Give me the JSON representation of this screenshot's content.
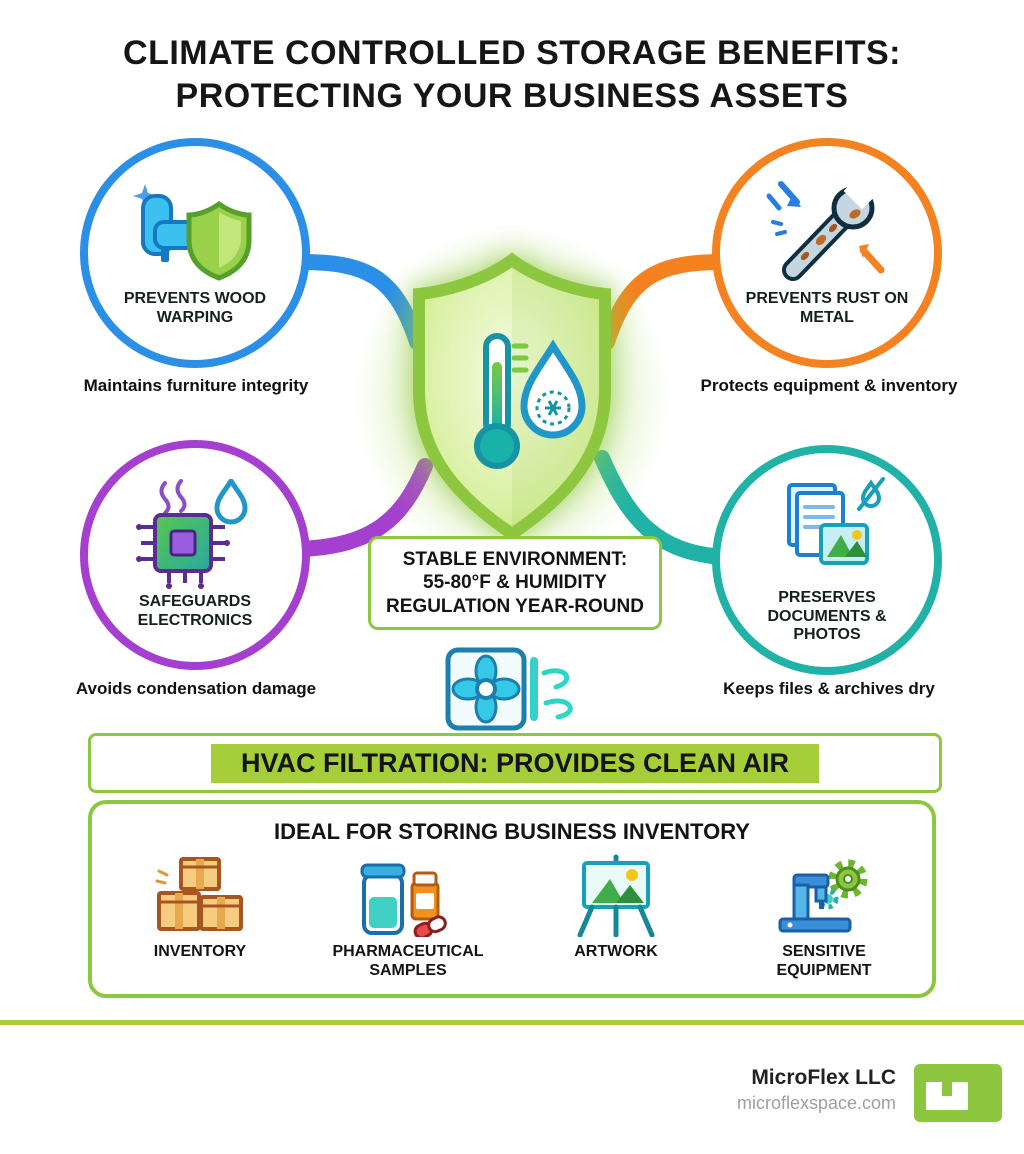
{
  "title": {
    "line1": "CLIMATE CONTROLLED STORAGE BENEFITS:",
    "line2": "PROTECTING YOUR BUSINESS ASSETS"
  },
  "benefits": [
    {
      "label": "PREVENTS WOOD WARPING",
      "caption": "Maintains furniture integrity",
      "color": "#2b8fe8",
      "icon": "armchair-shield-icon"
    },
    {
      "label": "PREVENTS RUST ON METAL",
      "caption": "Protects equipment & inventory",
      "color": "#f58220",
      "icon": "rusty-wrench-icon"
    },
    {
      "label": "SAFEGUARDS ELECTRONICS",
      "caption": "Avoids condensation damage",
      "color": "#a53fd0",
      "icon": "chip-droplet-icon"
    },
    {
      "label": "PRESERVES DOCUMENTS & PHOTOS",
      "caption": "Keeps files & archives dry",
      "color": "#20b2a6",
      "icon": "documents-photos-icon"
    }
  ],
  "center": {
    "icon": "shield-thermometer-droplet-icon",
    "lines": [
      "STABLE ENVIRONMENT:",
      "55-80°F & HUMIDITY",
      "REGULATION YEAR-ROUND"
    ]
  },
  "hvac": {
    "icon": "hvac-fan-icon",
    "banner": "HVAC FILTRATION: PROVIDES CLEAN AIR"
  },
  "inventory_section": {
    "title": "IDEAL FOR STORING BUSINESS INVENTORY",
    "items": [
      {
        "label": "INVENTORY",
        "icon": "cardboard-boxes-icon"
      },
      {
        "label": "PHARMACEUTICAL SAMPLES",
        "icon": "jar-pill-bottle-icon"
      },
      {
        "label": "ARTWORK",
        "icon": "easel-painting-icon"
      },
      {
        "label": "SENSITIVE EQUIPMENT",
        "icon": "machine-gear-icon"
      }
    ]
  },
  "footer": {
    "company": "MicroFlex LLC",
    "website": "microflexspace.com",
    "logo": "microflex-logo"
  },
  "colors": {
    "accent_green": "#8dc63f",
    "banner_green": "#a6ce39",
    "blue": "#2b8fe8",
    "orange": "#f58220",
    "purple": "#a53fd0",
    "teal": "#20b2a6"
  }
}
